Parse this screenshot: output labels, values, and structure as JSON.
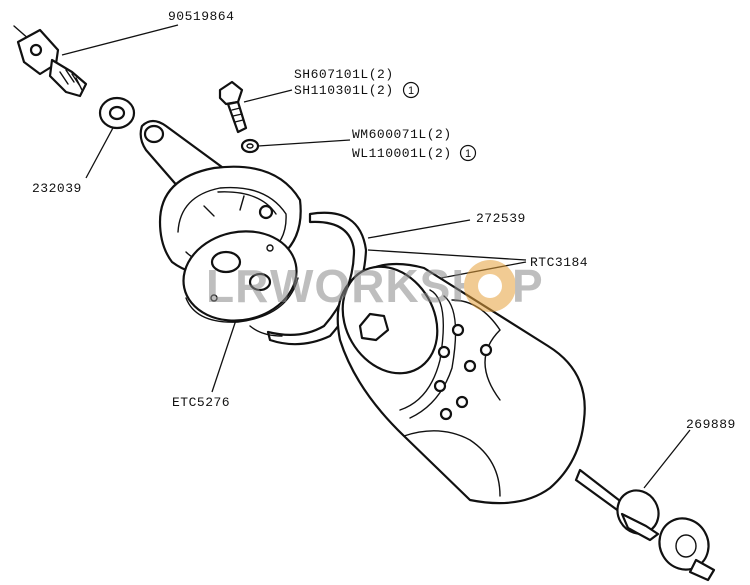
{
  "labels": {
    "bolt_top": "90519864",
    "washer": "232039",
    "screw_1": "SH607101L(2)",
    "screw_2": "SH110301L(2)",
    "lockwasher_1": "WM600071L(2)",
    "lockwasher_2": "WL110001L(2)",
    "seal_ring": "272539",
    "kit": "RTC3184",
    "plate": "ETC5276",
    "rod_bush": "269889",
    "footnote_mark": "1"
  },
  "watermark": {
    "part1": "LR",
    "part2": "WORKSH",
    "part3": "P",
    "color_dark": "#8a8a8a",
    "color_accent": "#e6a23c"
  },
  "colors": {
    "ink": "#111111",
    "background": "#ffffff"
  }
}
